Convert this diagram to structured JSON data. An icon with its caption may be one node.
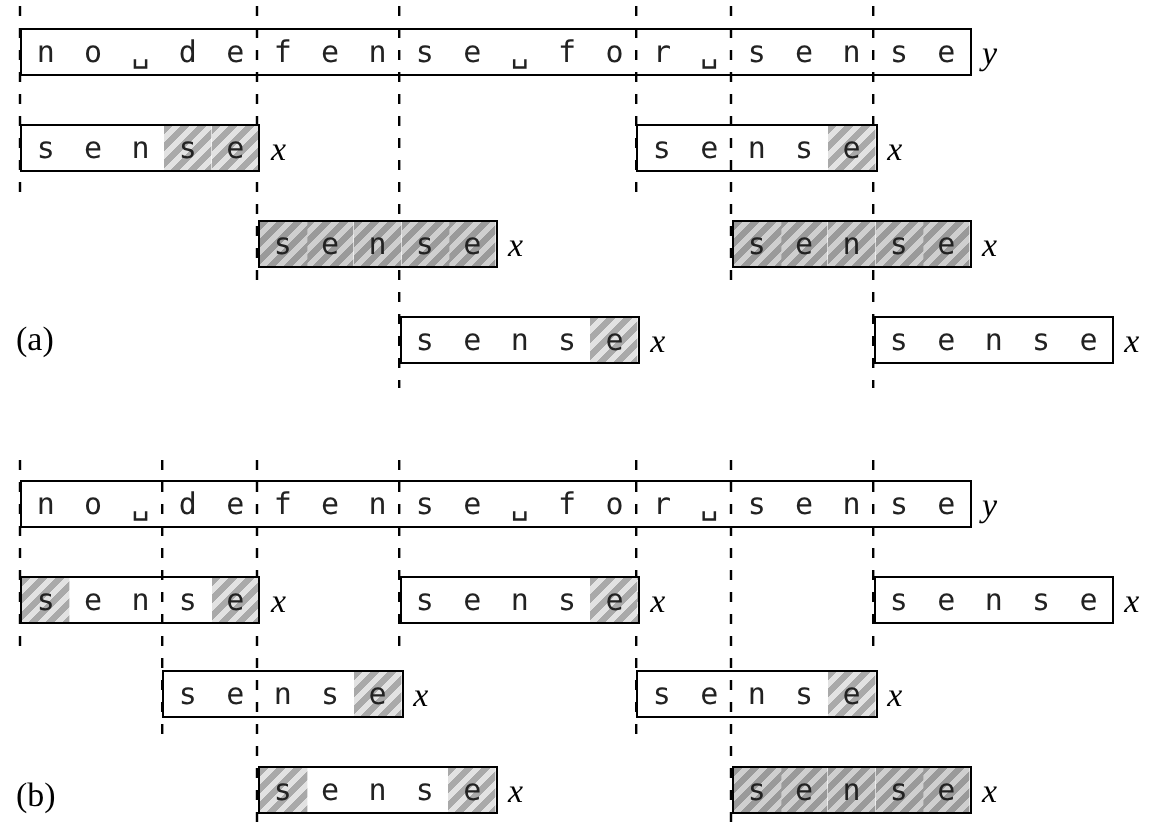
{
  "diagram": {
    "nodes": [
      {
        "text": [
          "no␣defense␣for␣sense"
        ],
        "beside": [
          "y"
        ]
      },
      {
        "text": [
          "sense"
        ],
        "beside": [
          "x"
        ]
      },
      {
        "text": [
          "sense"
        ],
        "beside": [
          "x"
        ]
      },
      {
        "text": [
          "sense"
        ],
        "beside": [
          "x"
        ]
      },
      {
        "text": [
          "sense"
        ],
        "beside": [
          "x"
        ]
      },
      {
        "text": [
          "sense"
        ],
        "beside": [
          "x"
        ]
      },
      {
        "text": [
          "sense"
        ],
        "beside": [
          "x"
        ]
      },
      {
        "text": [
          "no␣defense␣for␣sense"
        ],
        "beside": [
          "y"
        ]
      },
      {
        "text": [
          "sense"
        ],
        "beside": [
          "x"
        ]
      },
      {
        "text": [
          "sense"
        ],
        "beside": [
          "x"
        ]
      },
      {
        "text": [
          "sense"
        ],
        "beside": [
          "x"
        ]
      },
      {
        "text": [
          "sense"
        ],
        "beside": [
          "x"
        ]
      },
      {
        "text": [
          "sense"
        ],
        "beside": [
          "x"
        ]
      },
      {
        "text": [
          "sense"
        ],
        "beside": [
          "x"
        ]
      },
      {
        "text": [
          "sense"
        ],
        "beside": [
          "x"
        ]
      }
    ],
    "edges": [],
    "labels": [
      "(a)",
      "(b)"
    ]
  }
}
